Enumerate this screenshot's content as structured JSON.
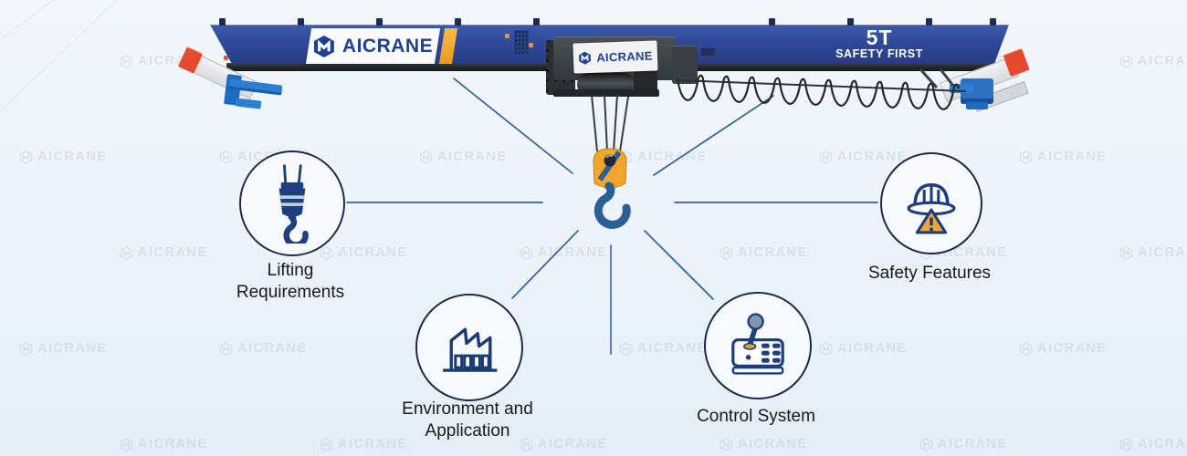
{
  "background": {
    "watermark_text": "AICRANE",
    "watermark_color": "#c7d2df"
  },
  "crane": {
    "beam_logo_text": "AICRANE",
    "capacity_label": "5T",
    "slogan": "SAFETY FIRST",
    "hoist_logo_text": "AICRANE",
    "beam_color": "#2e4a96",
    "accent_yellow": "#f0ae33",
    "bumper_red": "#e64a2e",
    "hook_block_yellow": "#f2a62b",
    "hook_blue": "#2b5f97"
  },
  "diagram": {
    "line_color": "#31619c",
    "icon_color": "#1d3e7f",
    "nodes": [
      {
        "id": "lifting-requirements",
        "icon": "hook-icon",
        "label_line1": "Lifting",
        "label_line2": "Requirements"
      },
      {
        "id": "environment-application",
        "icon": "factory-icon",
        "label_line1": "Environment and",
        "label_line2": "Application"
      },
      {
        "id": "control-system",
        "icon": "joystick-icon",
        "label_line1": "Control System",
        "label_line2": ""
      },
      {
        "id": "safety-features",
        "icon": "helmet-warning-icon",
        "label_line1": "Safety Features",
        "label_line2": ""
      }
    ]
  }
}
